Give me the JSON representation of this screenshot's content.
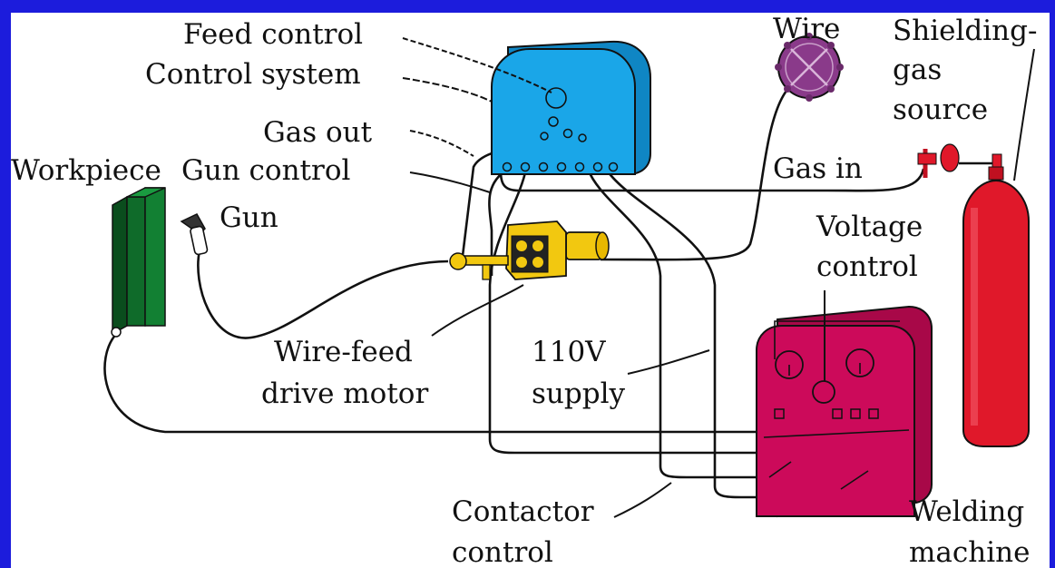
{
  "labels": {
    "feed_control": "Feed control",
    "control_system": "Control system",
    "gas_out": "Gas out",
    "workpiece": "Workpiece",
    "gun_control": "Gun control",
    "gun": "Gun",
    "wire": "Wire",
    "shielding_gas_1": "Shielding-",
    "shielding_gas_2": "gas",
    "shielding_gas_3": "source",
    "gas_in": "Gas in",
    "voltage_control_1": "Voltage",
    "voltage_control_2": "control",
    "wire_feed_1": "Wire-feed",
    "wire_feed_2": "drive motor",
    "supply_1": "110V",
    "supply_2": "supply",
    "contactor_1": "Contactor",
    "contactor_2": "control",
    "welding_1": "Welding",
    "welding_2": "machine"
  },
  "colors": {
    "frame": "#1c1cdc",
    "control_box": "#1aa6e8",
    "wire_spool": "#8a3a8a",
    "gas_cylinder": "#e0182a",
    "motor": "#f2c810",
    "welding_machine": "#cc0a5a",
    "workpiece": "#0f6b2a"
  }
}
